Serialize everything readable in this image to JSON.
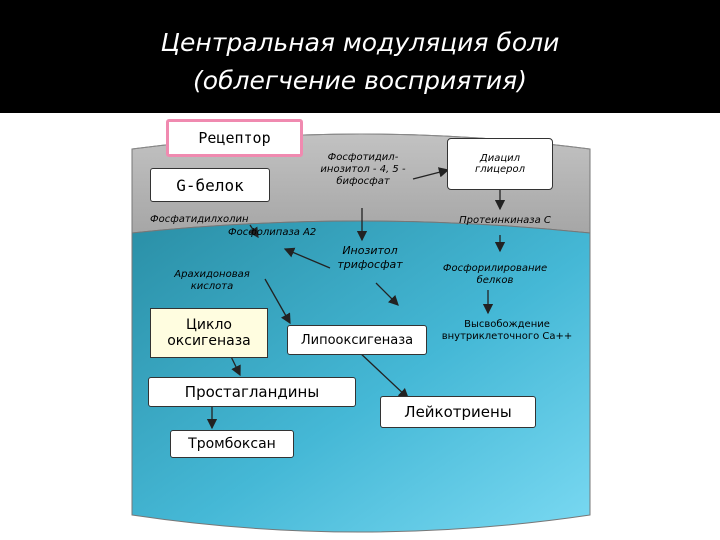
{
  "title": {
    "line1": "Центральная модуляция боли",
    "line2": "(облегчение восприятия)"
  },
  "nodes": {
    "receptor": "Рецептор",
    "g_protein": "G-белок",
    "pip2": "Фосфотидил-инозитол - 4, 5 - бифосфат",
    "dag": "Диацил глицерол",
    "phosphatidylcholine": "Фосфатидилхолин",
    "pla2": "Фосфолипаза А2",
    "pkc": "Протеинкиназа С",
    "ip3": "Инозитол трифосфат",
    "arachidonic": "Арахидоновая кислота",
    "protein_phos": "Фосфорилирование белков",
    "cox": "Цикло оксигеназа",
    "lox": "Липооксигеназа",
    "ca_release": "Высвобождение внутриклеточного Са++",
    "prostaglandins": "Простагландины",
    "leukotrienes": "Лейкотриены",
    "thromboxane": "Тромбоксан"
  },
  "colors": {
    "background": "#000000",
    "board": "#ffffff",
    "cylinder_top": "#b3b3b3",
    "cylinder_light": "#6fd3f0",
    "cylinder_dark": "#2a8fa6",
    "receptor_border": "#f08ab0",
    "cox_fill": "#fffde0"
  }
}
